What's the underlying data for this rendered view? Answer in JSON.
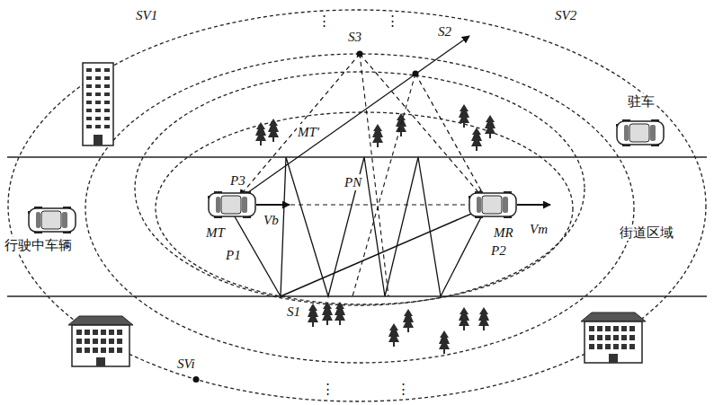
{
  "diagram": {
    "labels": [
      "SV1",
      "⋮",
      "S3",
      "⋮",
      "S2",
      "SV2",
      "驻车",
      "MT'",
      "P3",
      "PN",
      "Vb",
      "Vm",
      "行驶中车辆",
      "街道区域",
      "MT",
      "MR",
      "P1",
      "P2",
      "S1",
      "SVi",
      "⋮",
      "⋮"
    ]
  }
}
